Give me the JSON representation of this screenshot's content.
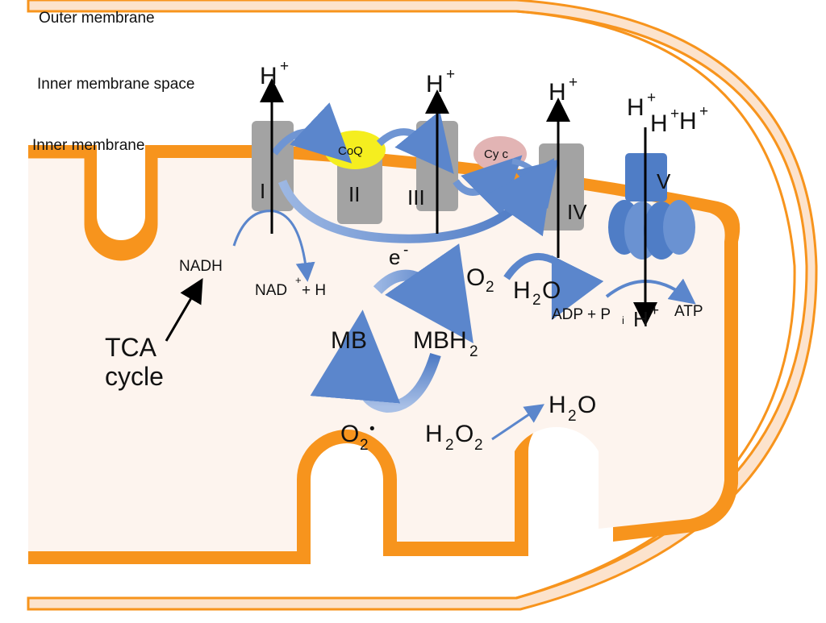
{
  "labels": {
    "outer_membrane": "Outer membrane",
    "inner_membrane_space": "Inner membrane space",
    "inner_membrane": "Inner membrane",
    "proton": "H",
    "proton_sup": "+",
    "complex_1": "I",
    "complex_2": "II",
    "complex_3": "III",
    "complex_4": "IV",
    "complex_5": "V",
    "coq": "CoQ",
    "cyc": "Cy c",
    "nadh": "NADH",
    "nad": "NAD",
    "nad_sup": "+",
    "nad_plus": " + H",
    "electron": "e",
    "electron_sup": "-",
    "o2_left": "O",
    "o2_left_sub": "2",
    "h2o_mid": "H",
    "h2o_mid_sub": "2",
    "h2o_mid_o": "O",
    "adp": "ADP + P",
    "adp_sup": "i",
    "atp": "ATP",
    "h_plus_bottom": "H",
    "h_plus_bottom_sup": "+",
    "mb": "MB",
    "mbh2": "MBH",
    "mbh2_sub": "2",
    "tca_1": "TCA",
    "tca_2": "cycle",
    "superoxide": "O",
    "superoxide_sub": "2",
    "superoxide_sup": "•",
    "h2o2": "H",
    "h2o2_sub1": "2",
    "h2o2_o": "O",
    "h2o2_sub2": "2",
    "h2o_right": "H",
    "h2o_right_sub": "2",
    "h2o_right_o": "O"
  },
  "colors": {
    "membrane_orange": "#F7941D",
    "outer_fill": "#FCE3CD",
    "matrix_fill": "#FDF4EE",
    "complex_gray": "#A3A3A3",
    "coq_yellow": "#F5EE1F",
    "cyc_pink": "#E2B4B4",
    "atp_synthase_blue": "#4F7DC6",
    "flow_arrow_blue": "#6F95D3"
  }
}
